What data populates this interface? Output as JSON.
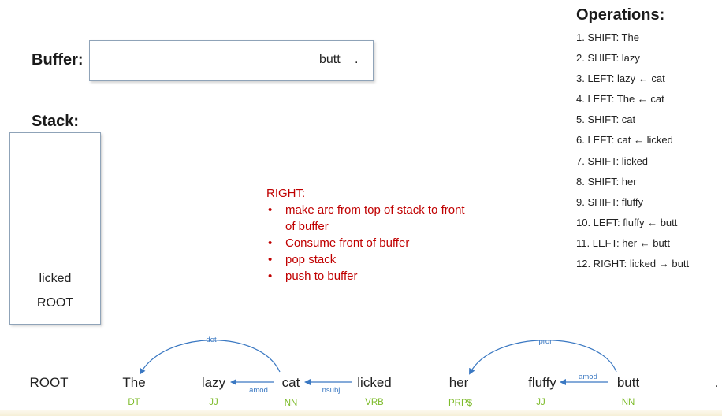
{
  "buffer": {
    "label": "Buffer:",
    "items": [
      "butt",
      "."
    ]
  },
  "stack": {
    "label": "Stack:",
    "items": [
      "licked",
      "ROOT"
    ]
  },
  "rule": {
    "title": "RIGHT:",
    "bullets": [
      "make arc from top of stack to front of buffer",
      "Consume front of buffer",
      "pop stack",
      "push to buffer"
    ],
    "bullet_char": "•"
  },
  "operations": {
    "title": "Operations:",
    "items": [
      "1. SHIFT: The",
      "2. SHIFT: lazy",
      "3. LEFT: lazy ← cat",
      "4. LEFT: The ← cat",
      "5. SHIFT: cat",
      "6. LEFT: cat ← licked",
      "7. SHIFT: licked",
      "8. SHIFT: her",
      "9. SHIFT: fluffy",
      "10. LEFT: fluffy ← butt",
      "11. LEFT: her ← butt",
      "12. RIGHT: licked → butt"
    ]
  },
  "sentence": {
    "words": [
      "ROOT",
      "The",
      "lazy",
      "cat",
      "licked",
      "her",
      "fluffy",
      "butt",
      "."
    ],
    "tags": [
      "",
      "DT",
      "JJ",
      "NN",
      "VRB",
      "PRP$",
      "JJ",
      "NN",
      ""
    ],
    "arcs": [
      {
        "label": "det",
        "head": "cat",
        "dependent": "The"
      },
      {
        "label": "amod",
        "head": "cat",
        "dependent": "lazy"
      },
      {
        "label": "nsubj",
        "head": "licked",
        "dependent": "cat"
      },
      {
        "label": "pron",
        "head": "butt",
        "dependent": "her"
      },
      {
        "label": "amod",
        "head": "butt",
        "dependent": "fluffy"
      }
    ]
  },
  "colors": {
    "rule_text": "#c00000",
    "tag_text": "#7dbb2a",
    "arc": "#3a78c2",
    "box_border": "#8fa3b8"
  }
}
